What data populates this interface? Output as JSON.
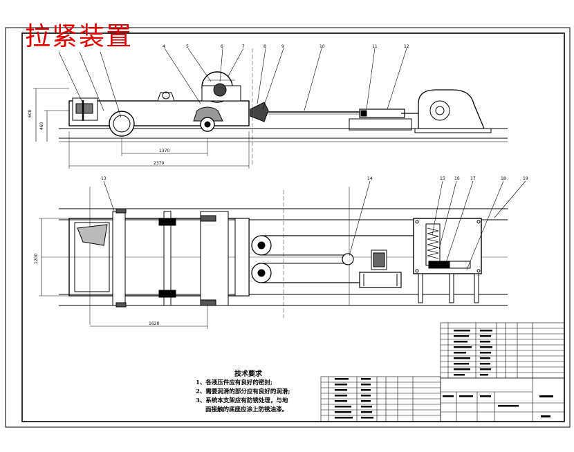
{
  "title": "拉紧装置",
  "tech_requirements": {
    "heading": "技术要求",
    "lines": [
      "1、各液压件应有良好的密封;",
      "2、需要润滑的部分应有良好的润滑;",
      "3、系统本支架应有防锈处理，与地",
      "面接触的底座应涂上防锈油漆。"
    ]
  },
  "part_numbers_top": [
    "4",
    "5",
    "6",
    "7",
    "8",
    "9",
    "10",
    "11",
    "12"
  ],
  "part_numbers_bottom": [
    "13",
    "14",
    "15",
    "16",
    "17",
    "18",
    "19"
  ],
  "dimensions": {
    "height_outer": "600",
    "height_inner": "460",
    "length_inner": "1370",
    "length_outer": "2370",
    "plan_height": "1200",
    "plan_length": "1620"
  },
  "colors": {
    "line": "#000000",
    "title": "#e00000"
  }
}
